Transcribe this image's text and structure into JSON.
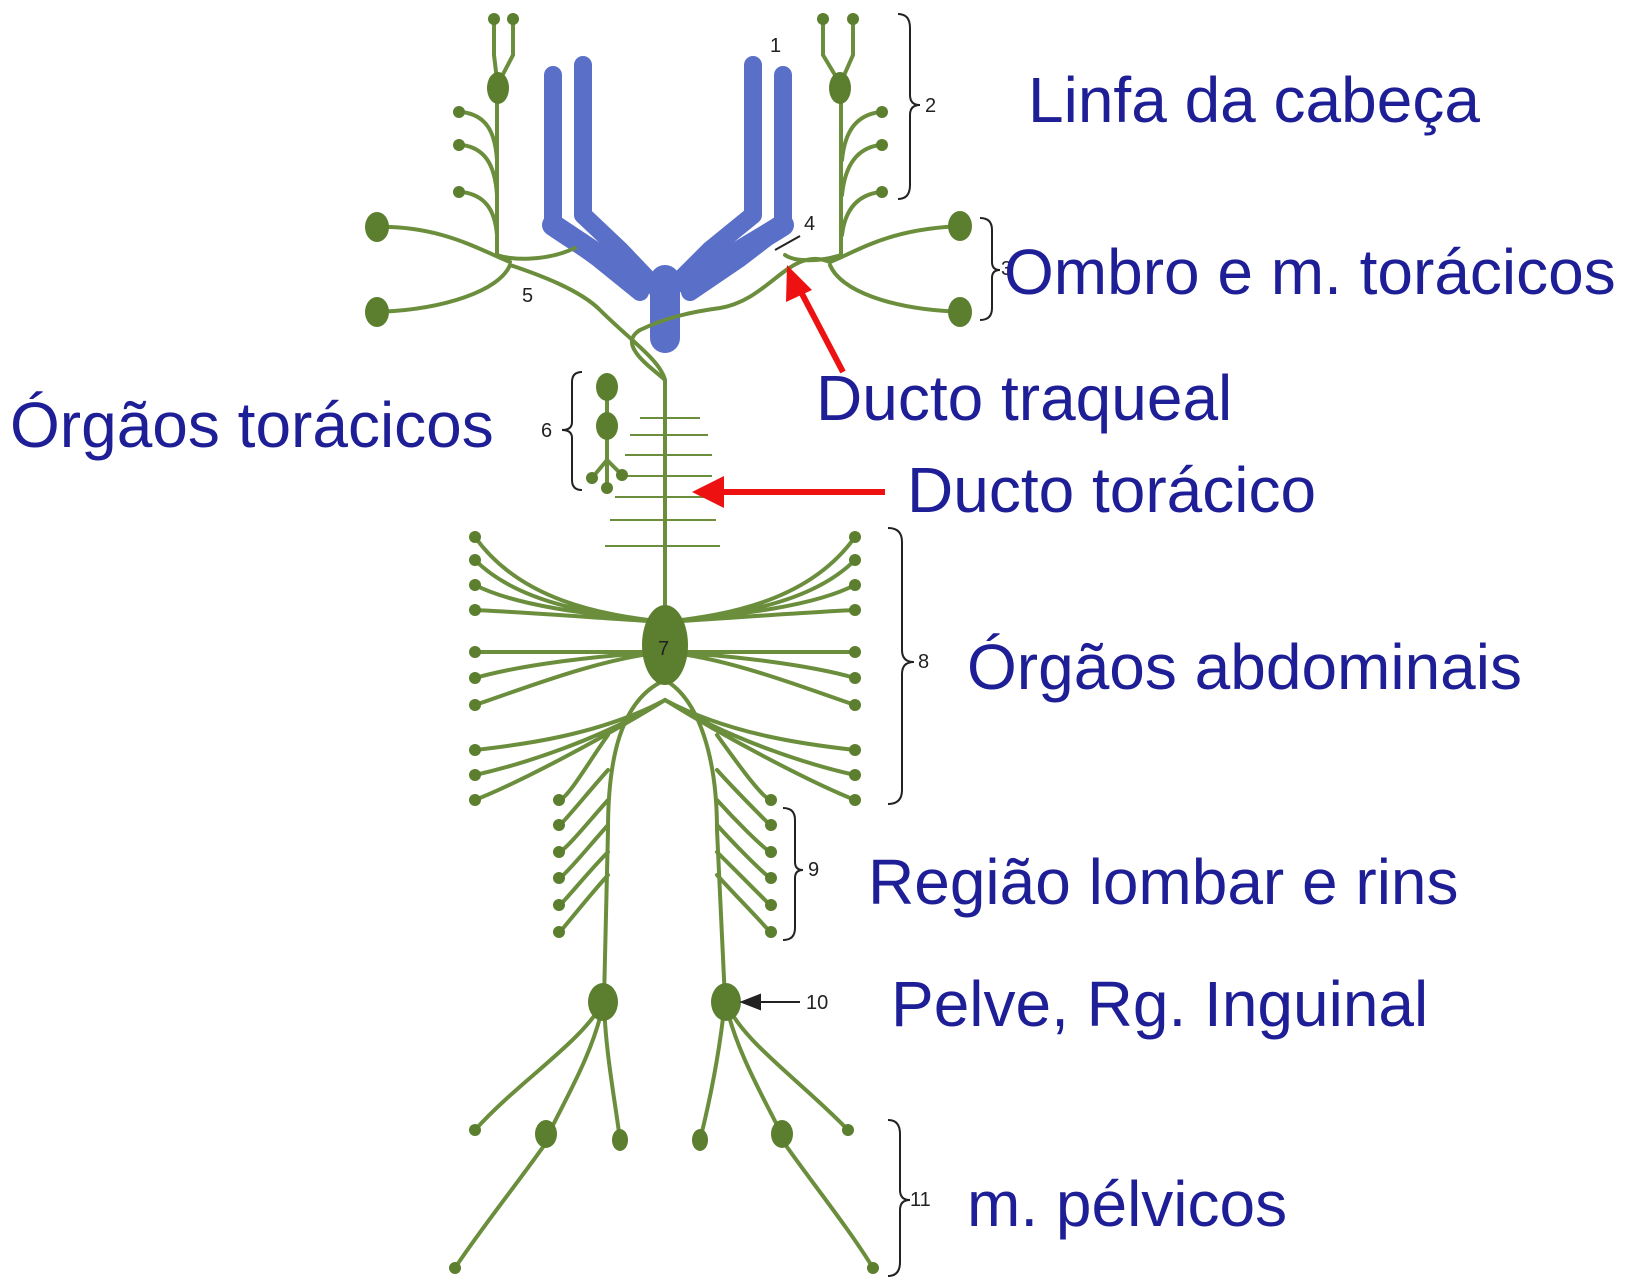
{
  "colors": {
    "vessel": "#6b8e3d",
    "node": "#5b7f2e",
    "vein": "#5a6fc8",
    "label": "#1e1e96",
    "pointer": "#ee1111",
    "callout": "#222222"
  },
  "numbers": [
    "1",
    "2",
    "3",
    "4",
    "5",
    "6",
    "7",
    "8",
    "9",
    "10",
    "11"
  ],
  "labels": {
    "head_lymph": "Linfa da cabeça",
    "shoulder": "Ombro e m. torácicos",
    "tracheal_duct": "Ducto traqueal",
    "thoracic_organs": "Órgãos torácicos",
    "thoracic_duct": "Ducto torácico",
    "abdominal_organs": "Órgãos abdominais",
    "lumbar_kidneys": "Região lombar e rins",
    "pelvis_inguinal": "Pelve, Rg. Inguinal",
    "pelvic_muscles": "m. pélvicos"
  }
}
